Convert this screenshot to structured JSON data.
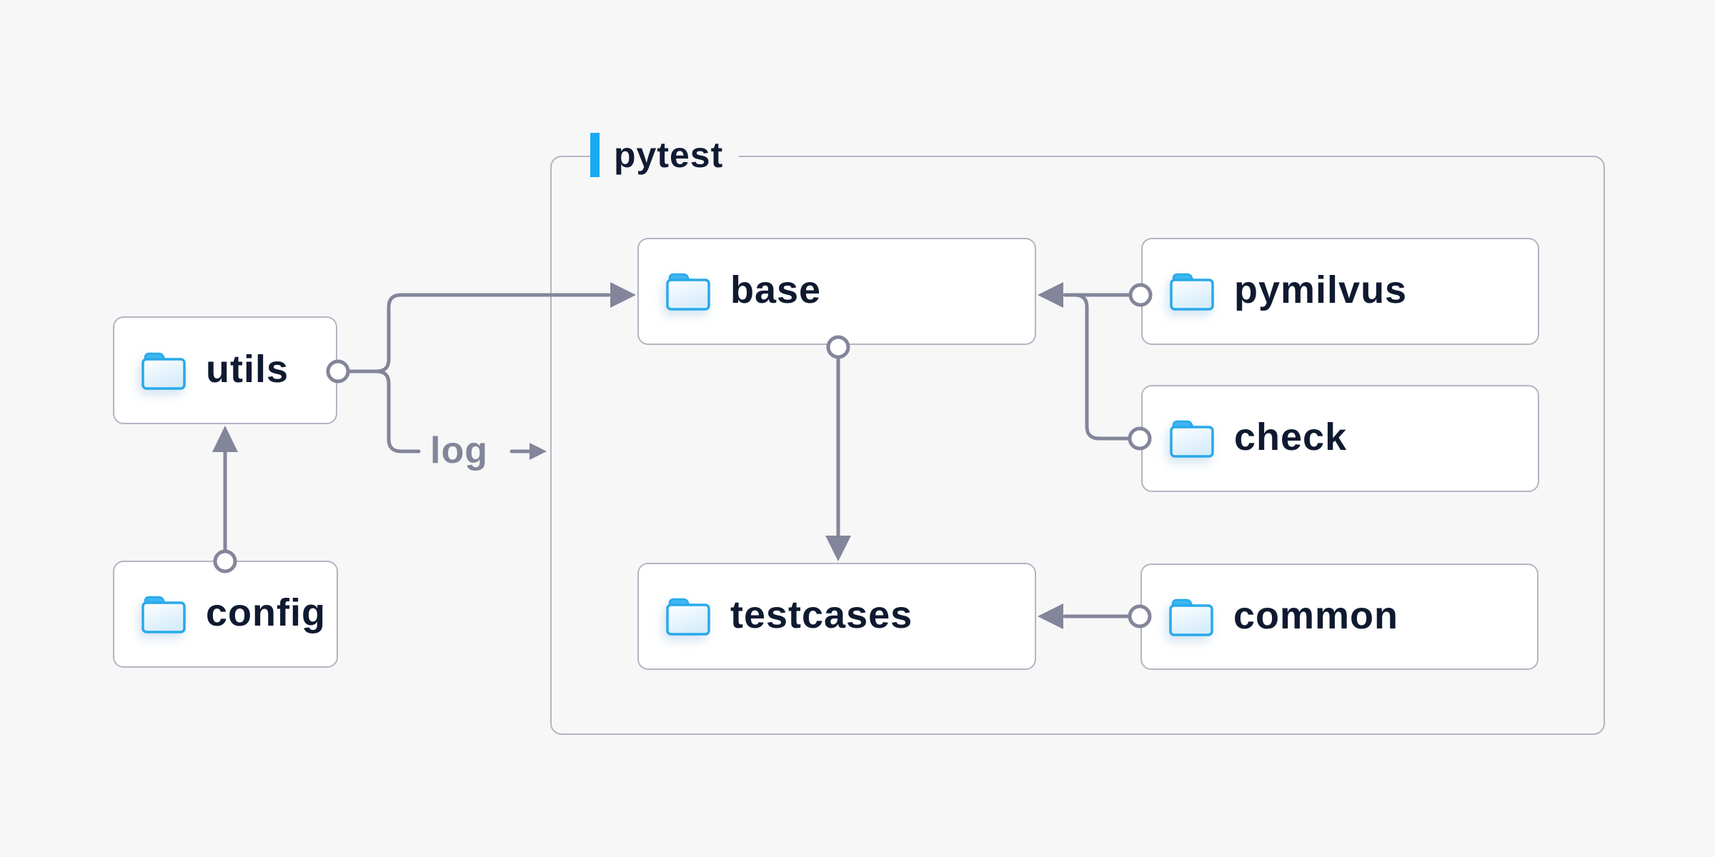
{
  "group": {
    "label": "pytest"
  },
  "nodes": {
    "utils": {
      "label": "utils"
    },
    "config": {
      "label": "config"
    },
    "base": {
      "label": "base"
    },
    "pymilvus": {
      "label": "pymilvus"
    },
    "check": {
      "label": "check"
    },
    "testcases": {
      "label": "testcases"
    },
    "common": {
      "label": "common"
    }
  },
  "labels": {
    "log": "log"
  },
  "edges": [
    {
      "from": "utils",
      "to": "base",
      "type": "arrow"
    },
    {
      "from": "utils",
      "to": "log",
      "type": "labeled-arrow",
      "label": "log"
    },
    {
      "from": "config",
      "to": "utils",
      "type": "arrow"
    },
    {
      "from": "base",
      "to": "testcases",
      "type": "arrow"
    },
    {
      "from": "pymilvus",
      "to": "base",
      "type": "arrow"
    },
    {
      "from": "check",
      "to": "base",
      "type": "arrow"
    },
    {
      "from": "common",
      "to": "testcases",
      "type": "arrow"
    }
  ],
  "colors": {
    "background": "#f7f7f8",
    "node_fill": "#ffffff",
    "node_border": "#b3b5c2",
    "wire_gray": "#83859a",
    "text_navy": "#0f1a30",
    "edge_label_gray": "#83859a",
    "accent_blue": "#18a9f2",
    "folder_stroke": "#28a9e9",
    "folder_tab": "#3eb6f3"
  }
}
